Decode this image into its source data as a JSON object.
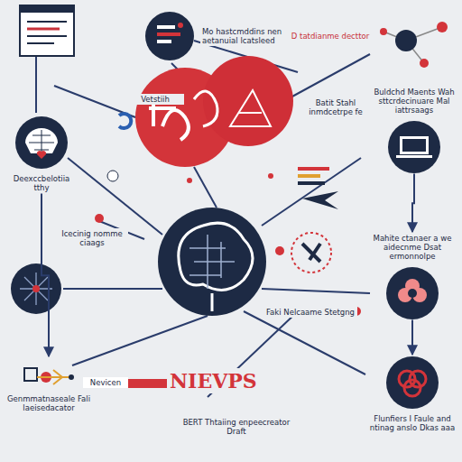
{
  "diagram": {
    "nodes": [
      {
        "text": [
          "Mo hastcmddins nen aetanuial lcatsleed"
        ]
      },
      {
        "text": [
          "Buldchd Maents Wah sttcrdecinuare Mal iattrsaags"
        ]
      },
      {
        "text": [
          "Deexccbelotiia tthy"
        ]
      },
      {
        "text": [
          "Mahite ctanaer a we aidecnme Dsat ermonnolpe"
        ]
      },
      {
        "text": [
          "Genmmatnaseale Fali laeisedacator"
        ]
      },
      {
        "text": [
          "Flunfiers I Faule and ntinag anslo Dkas aaa"
        ]
      }
    ],
    "edges": [
      {
        "from": 2,
        "to": 4,
        "arrow": "to"
      },
      {
        "from": 1,
        "to": 3,
        "arrow": "to"
      },
      {
        "from": 3,
        "to": 5,
        "arrow": "to"
      }
    ],
    "labels": [
      "Vetstiih",
      "D tatdianme decttor",
      "Batit Stahl inmdcetrpe fe",
      "Icecinig nomme ciaags",
      "Faki Nelcaame Stetgng",
      "Nevicen",
      "NIEVPS",
      "BERT Thtaiing enpeecreator Draft"
    ]
  }
}
